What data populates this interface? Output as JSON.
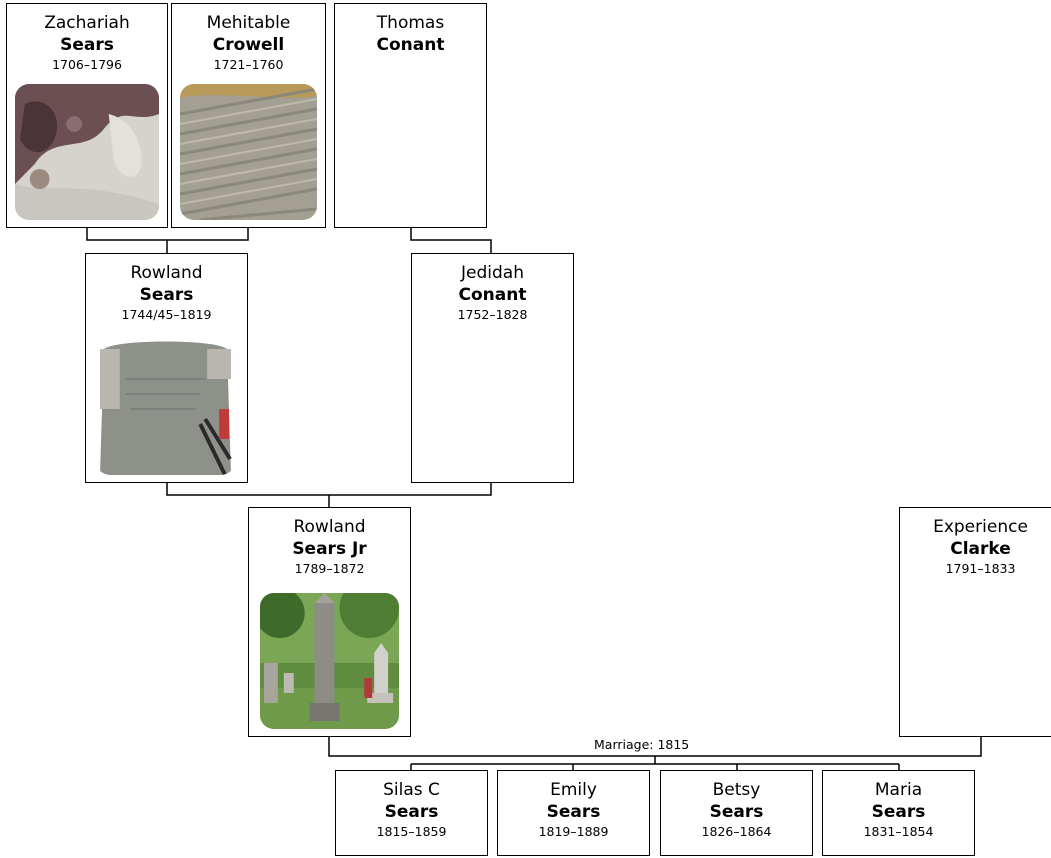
{
  "people": {
    "zachariah": {
      "given": "Zachariah",
      "surname": "Sears",
      "dates": "1706–1796",
      "photo": "gravestone-photo"
    },
    "mehitable": {
      "given": "Mehitable",
      "surname": "Crowell",
      "dates": "1721–1760",
      "photo": "gravestone-photo"
    },
    "thomas": {
      "given": "Thomas",
      "surname": "Conant",
      "dates": ""
    },
    "rowland": {
      "given": "Rowland",
      "surname": "Sears",
      "dates": "1744/45–1819",
      "photo": "gravestone-photo"
    },
    "jedidah": {
      "given": "Jedidah",
      "surname": "Conant",
      "dates": "1752–1828"
    },
    "rowland_jr": {
      "given": "Rowland",
      "surname": "Sears Jr",
      "dates": "1789–1872",
      "photo": "cemetery-photo"
    },
    "experience": {
      "given": "Experience",
      "surname": "Clarke",
      "dates": "1791–1833"
    },
    "silas": {
      "given": "Silas C",
      "surname": "Sears",
      "dates": "1815–1859"
    },
    "emily": {
      "given": "Emily",
      "surname": "Sears",
      "dates": "1819–1889"
    },
    "betsy": {
      "given": "Betsy",
      "surname": "Sears",
      "dates": "1826–1864"
    },
    "maria": {
      "given": "Maria",
      "surname": "Sears",
      "dates": "1831–1854"
    }
  },
  "marriage_label": "Marriage: 1815",
  "colors": {
    "line": "#000000",
    "box_border": "#000000",
    "background": "#ffffff"
  }
}
